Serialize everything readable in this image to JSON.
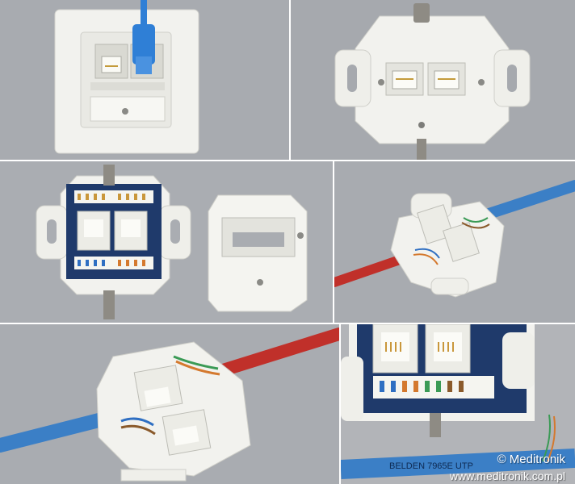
{
  "colors": {
    "background_gray": "#a9acb1",
    "plastic_white": "#f2f2ee",
    "pcb_blue": "#1f3a6b",
    "cable_blue": "#3b7fc6",
    "cable_red": "#c0302a",
    "patch_blue": "#2f7fd6"
  },
  "watermark": {
    "copyright": "© Meditronik",
    "url": "www.meditronik.com.pl"
  },
  "panel6": {
    "cable_print": "BELDEN 7965E UTP"
  }
}
